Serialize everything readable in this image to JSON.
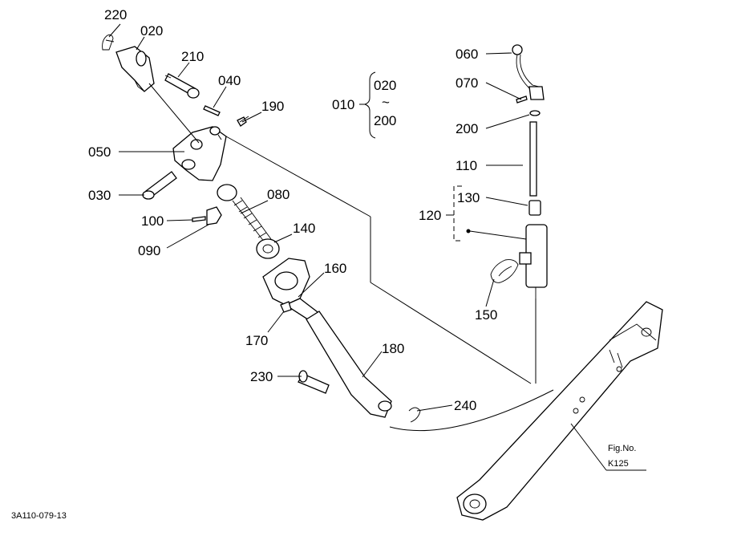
{
  "callouts": {
    "c220": "220",
    "c020": "020",
    "c210": "210",
    "c040": "040",
    "c190": "190",
    "c050": "050",
    "c030": "030",
    "c080": "080",
    "c100": "100",
    "c140": "140",
    "c090": "090",
    "c160": "160",
    "c170": "170",
    "c180": "180",
    "c230": "230",
    "c240": "240",
    "c060": "060",
    "c070": "070",
    "c200": "200",
    "c110": "110",
    "c130": "130",
    "c120": "120",
    "c150": "150"
  },
  "range_note": {
    "prefix": "010",
    "from": "020",
    "tilde": "~",
    "to": "200"
  },
  "figure_ref": {
    "line1": "Fig.No.",
    "line2": "K125"
  },
  "drawing_code": "3A110-079-13"
}
